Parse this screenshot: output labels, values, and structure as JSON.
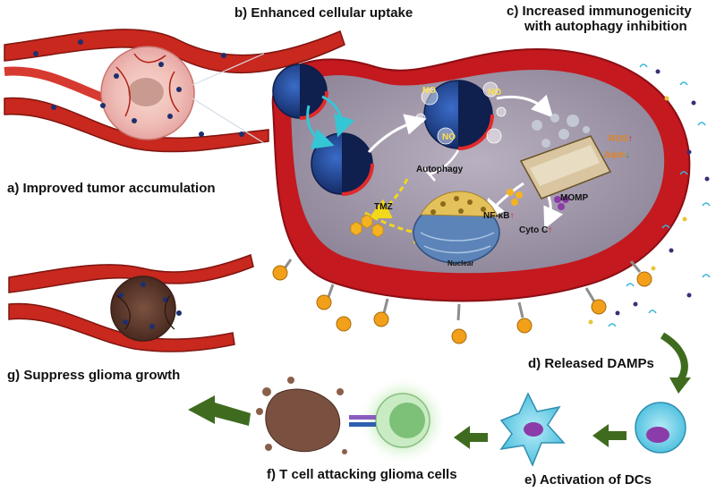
{
  "panels": {
    "a": "a) Improved tumor accumulation",
    "b": "b) Enhanced cellular uptake",
    "c_line1": "c) Increased immunogenicity",
    "c_line2": "with autophagy inhibition",
    "d": "d) Released DAMPs",
    "e": "e) Activation of DCs",
    "f": "f) T cell attacking glioma cells",
    "g": "g) Suppress glioma growth"
  },
  "inner_labels": {
    "autophagy": "Autophagy",
    "tmz": "TMZ",
    "nuclear": "Nuclear",
    "nfkb": "NF-κB",
    "cytoc": "Cyto C",
    "mcomp": "MOMP",
    "ros": "ROS",
    "dpsi": "Δψm",
    "no": "NO"
  },
  "colors": {
    "vessel": "#c8281e",
    "cell_membrane": "#d3202a",
    "cytoplasm": "#a7a0ae",
    "nanoparticle": "#1f3f8f",
    "arrow_green": "#3f6b1f",
    "arrow_yellow": "#f2d81a",
    "tumor_pink": "#f2c6c2",
    "tumor_brown": "#6b4433",
    "dc_cyan": "#7fd7ec",
    "tcell_green": "#8fd28a"
  }
}
